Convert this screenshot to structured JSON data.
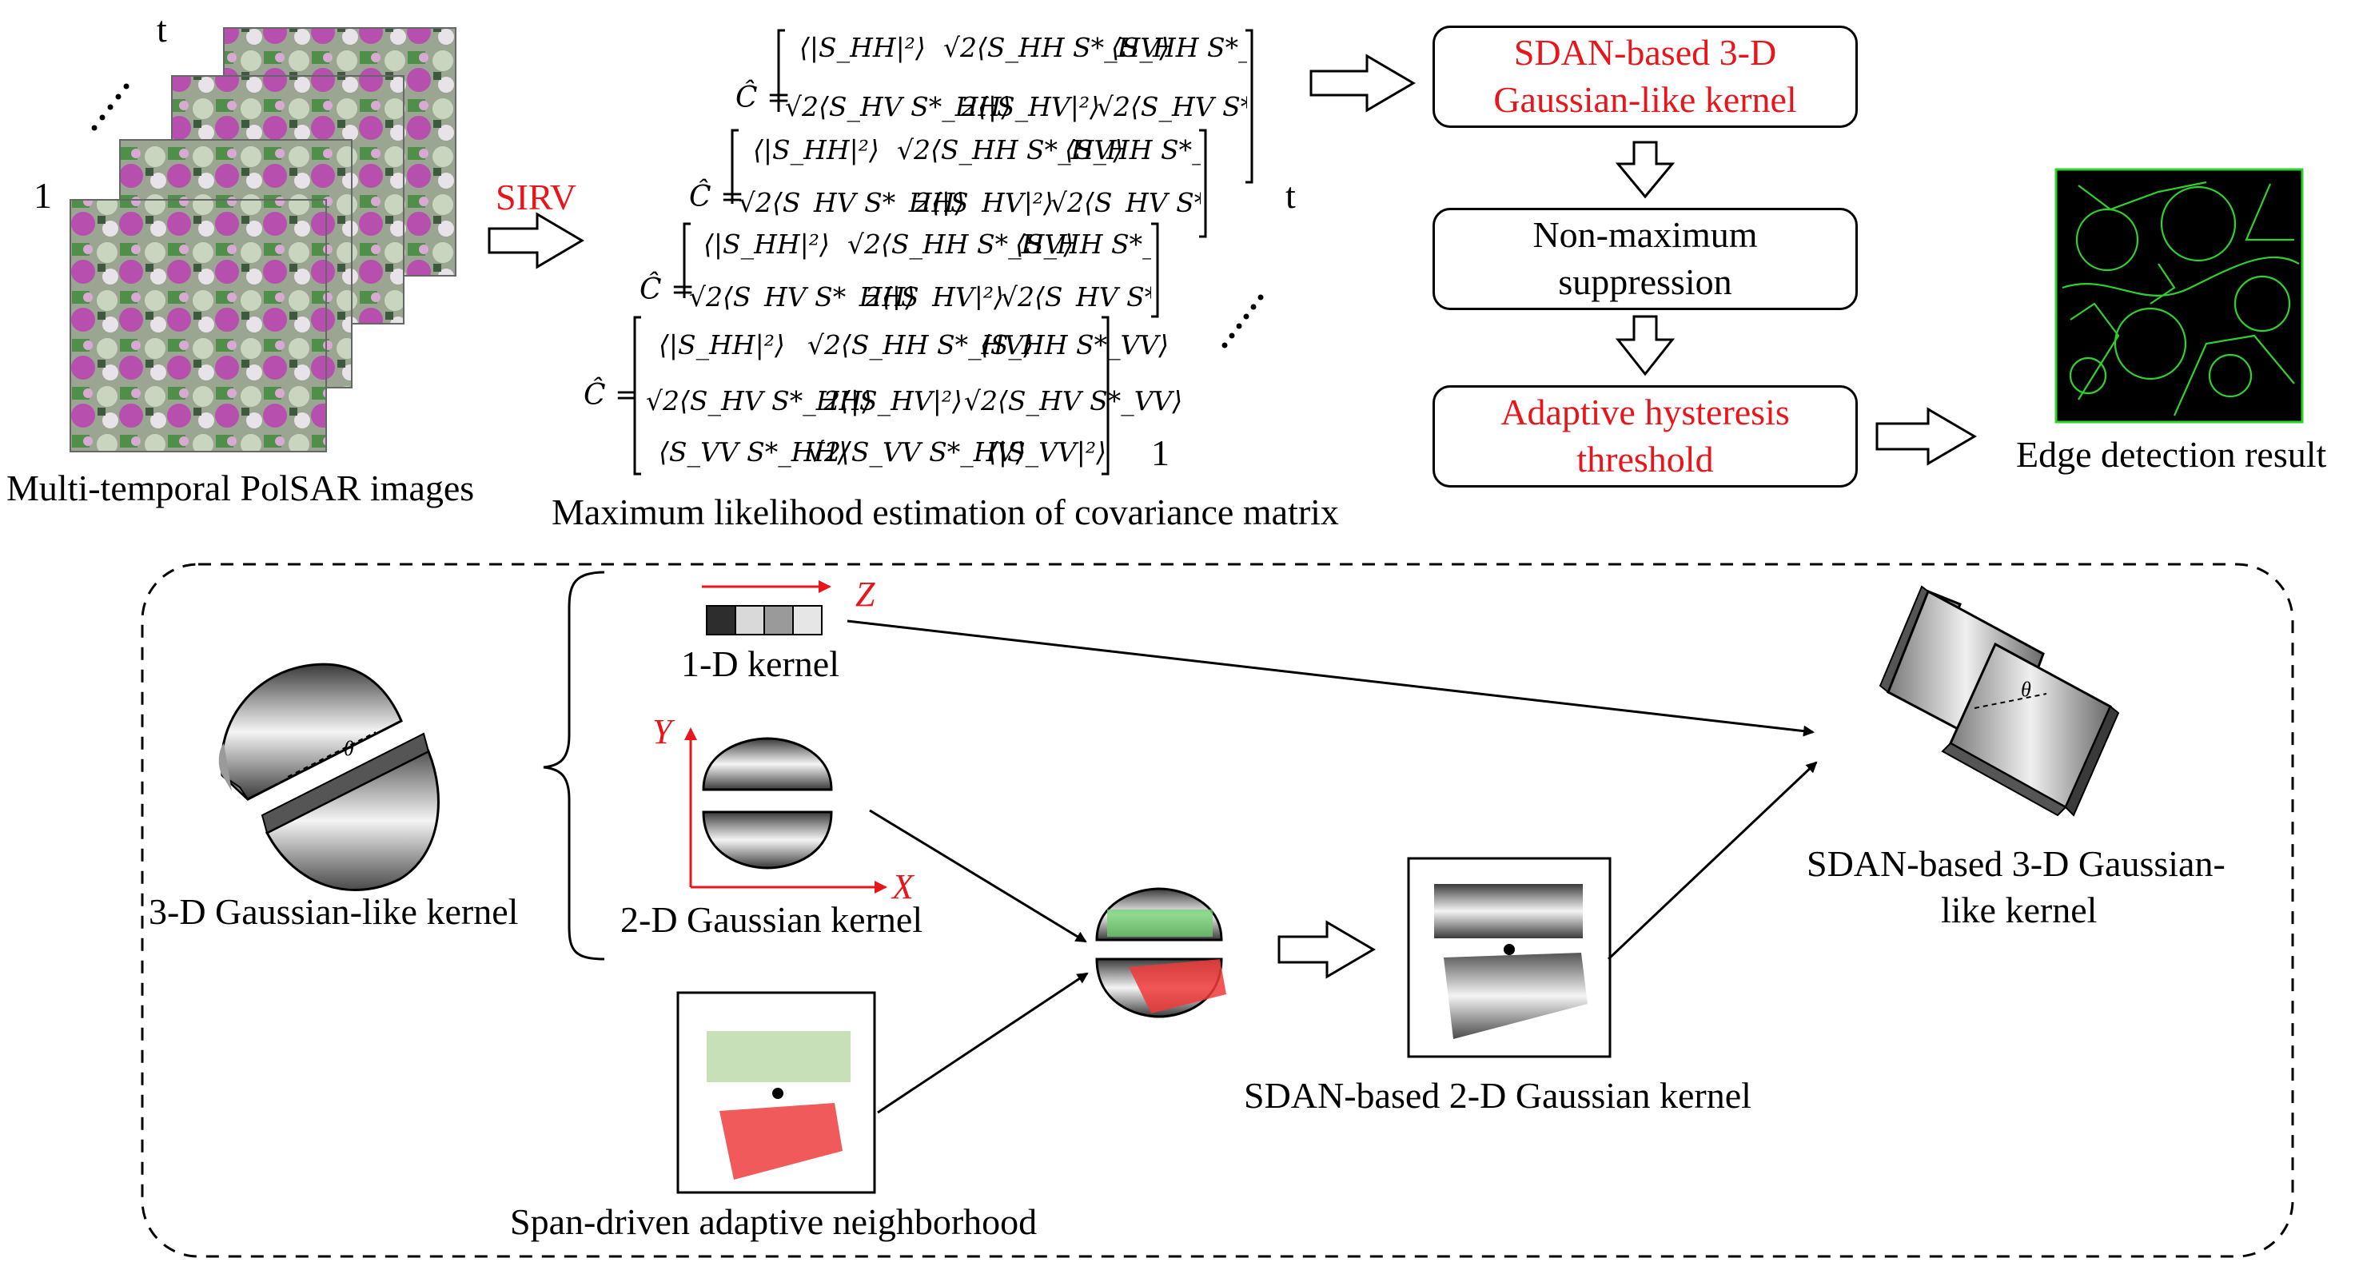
{
  "top": {
    "stack_top_label": "t",
    "stack_bottom_label": "1",
    "sirv_label": "SIRV",
    "images_caption": "Multi-temporal PolSAR images",
    "matrix_caption": "Maximum likelihood estimation of covariance matrix",
    "matrix_stack_top": "t",
    "matrix_stack_bottom": "1",
    "matrix": {
      "symbol": "Ĉ =",
      "row1": [
        "⟨|S_HH|²⟩",
        "√2⟨S_HH S*_HV⟩",
        "⟨S_HH S*_VV⟩"
      ],
      "row2": [
        "√2⟨S_HV S*_HH⟩",
        "2⟨|S_HV|²⟩",
        "√2⟨S_HV S*_VV⟩"
      ],
      "row3": [
        "⟨S_VV S*_HH⟩",
        "√2⟨S_VV S*_HV⟩",
        "⟨|S_VV|²⟩"
      ]
    },
    "pipeline": [
      {
        "line1": "SDAN-based 3-D",
        "line2": "Gaussian-like kernel",
        "highlight": true
      },
      {
        "line1": "Non-maximum",
        "line2": "suppression",
        "highlight": false
      },
      {
        "line1": "Adaptive hysteresis",
        "line2": "threshold",
        "highlight": true
      }
    ],
    "result_caption": "Edge detection result"
  },
  "bottom": {
    "kernel3d_caption": "3-D Gaussian-like kernel",
    "kernel1d_caption": "1-D kernel",
    "kernel2d_caption": "2-D Gaussian kernel",
    "span_caption": "Span-driven adaptive neighborhood",
    "sdan2d_caption": "SDAN-based 2-D Gaussian kernel",
    "sdan3d_caption_line1": "SDAN-based 3-D Gaussian-",
    "sdan3d_caption_line2": "like kernel",
    "axis_z": "Z",
    "axis_y": "Y",
    "axis_x": "X",
    "theta": "θ"
  },
  "colors": {
    "highlight_text": "#e8161b",
    "edge_lines": "#2fd12f",
    "green_region": "#c8e0b8",
    "red_region": "#f05a5a"
  }
}
